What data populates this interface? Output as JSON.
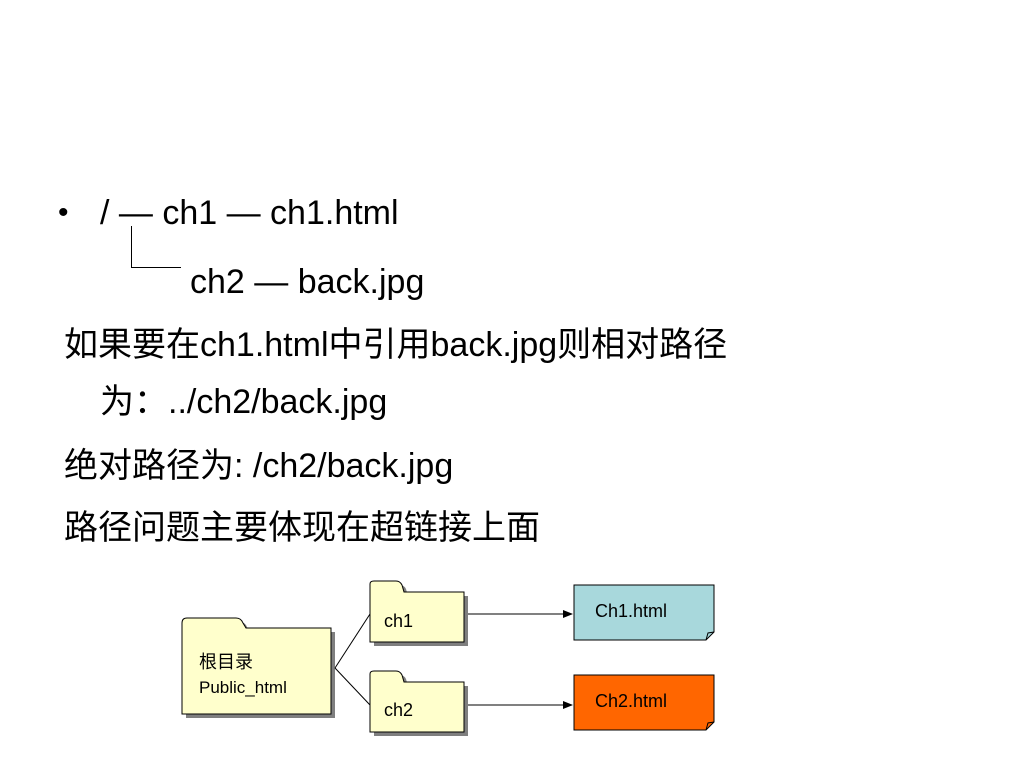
{
  "slide": {
    "bullet_symbol": "•",
    "tree": {
      "line1": "/ — ch1 — ch1.html",
      "line2": "ch2 — back.jpg"
    },
    "paragraphs": {
      "relative_line1": "如果要在ch1.html中引用back.jpg则相对路径",
      "relative_line2": "为：../ch2/back.jpg",
      "absolute": "绝对路径为:  /ch2/back.jpg",
      "note": "路径问题主要体现在超链接上面"
    }
  },
  "diagram": {
    "root": {
      "label_line1": "根目录",
      "label_line2": "Public_html",
      "fill": "#FFFFCC"
    },
    "folders": [
      {
        "label": "ch1",
        "fill": "#FFFFCC"
      },
      {
        "label": "ch2",
        "fill": "#FFFFCC"
      }
    ],
    "files": [
      {
        "label": "Ch1.html",
        "fill": "#A8D8DC"
      },
      {
        "label": "Ch2.html",
        "fill": "#FF6600"
      }
    ]
  }
}
